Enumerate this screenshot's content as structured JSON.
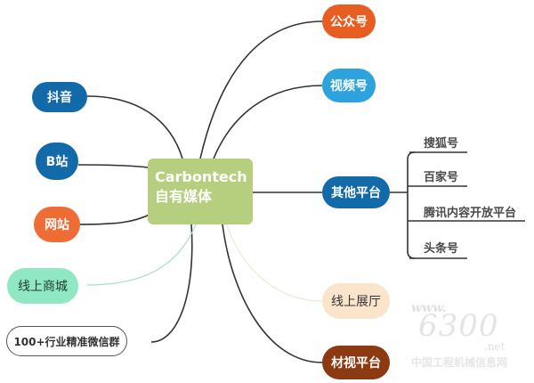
{
  "center": {
    "line1": "Carbontech",
    "line2": "自有媒体",
    "color": "#b5cf7f"
  },
  "left_nodes": [
    {
      "label": "抖音",
      "color": "#136aa8",
      "text_color": "#ffffff"
    },
    {
      "label": "B站",
      "color": "#136aa8",
      "text_color": "#ffffff"
    },
    {
      "label": "网站",
      "color": "#ee6d34",
      "text_color": "#ffffff"
    },
    {
      "label": "线上商城",
      "color": "#8fe8c1",
      "text_color": "#1e3b2e"
    },
    {
      "label": "100+行业精准微信群",
      "color": "#ffffff",
      "text_color": "#333333"
    }
  ],
  "right_nodes": [
    {
      "label": "公众号",
      "color": "#e85d21",
      "text_color": "#ffffff"
    },
    {
      "label": "视频号",
      "color": "#2ea2dc",
      "text_color": "#ffffff"
    },
    {
      "label": "其他平台",
      "color": "#136aa8",
      "text_color": "#ffffff"
    },
    {
      "label": "线上展厅",
      "color": "#fbe4cc",
      "text_color": "#333333"
    },
    {
      "label": "材视平台",
      "color": "#8b3a12",
      "text_color": "#ffffff"
    }
  ],
  "other_platforms": [
    "搜狐号",
    "百家号",
    "腾讯内容开放平台",
    "头条号"
  ],
  "watermark": {
    "www": "www.",
    "number": "6300",
    "net": ".net",
    "cn": "中国工程机械信息网"
  }
}
